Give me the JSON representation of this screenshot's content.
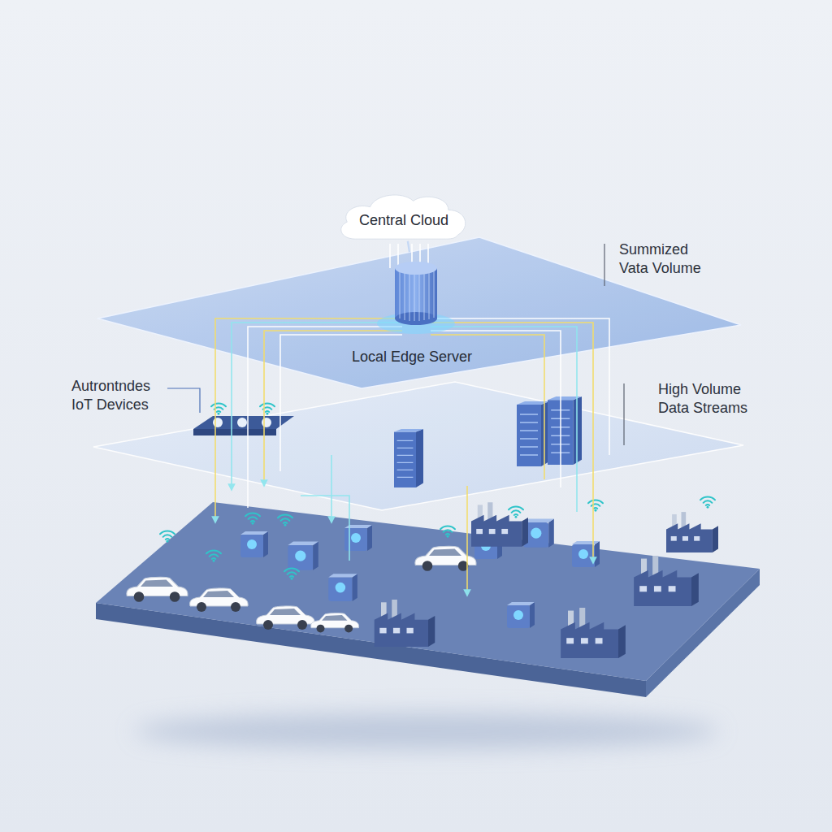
{
  "diagram": {
    "nodes": [
      {
        "text": [
          "Central Cloud"
        ]
      },
      {
        "text": [
          "Local Edge Server"
        ]
      }
    ],
    "edges": [
      {
        "from": 0,
        "to": 1,
        "arrow": "none"
      }
    ],
    "labels": [
      "Summized Vata Volume",
      "Autrontndes IoT Devices",
      "High Volume Data Streams"
    ]
  }
}
